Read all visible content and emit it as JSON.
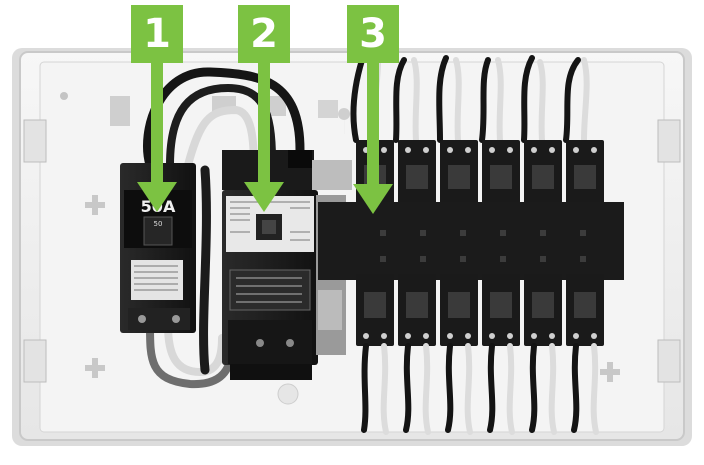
{
  "callouts": [
    {
      "label": "1"
    },
    {
      "label": "2"
    },
    {
      "label": "3"
    }
  ],
  "main_breaker": {
    "rating": "50A",
    "switch_value": "50"
  },
  "colors": {
    "accent": "#7cc242",
    "panel": "#f2f2f2",
    "breaker": "#1c1c1c"
  }
}
